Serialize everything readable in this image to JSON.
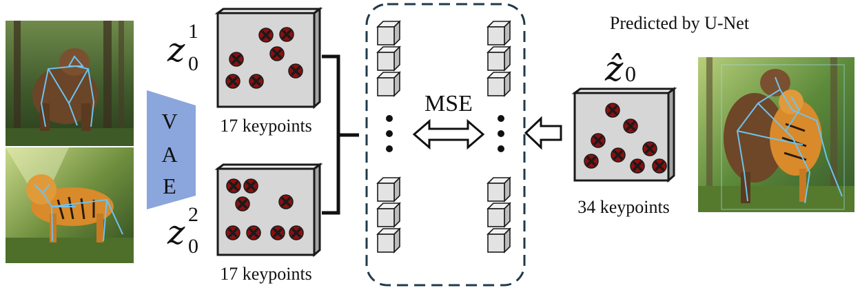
{
  "vae": {
    "letters": [
      "V",
      "A",
      "E"
    ]
  },
  "latent_top": {
    "symbol": "z",
    "superscript": "1",
    "subscript": "0",
    "caption": "17 keypoints"
  },
  "latent_bottom": {
    "symbol": "z",
    "superscript": "2",
    "subscript": "0",
    "caption": "17 keypoints"
  },
  "loss": {
    "label": "MSE"
  },
  "prediction": {
    "symbol": "ẑ",
    "subscript": "0",
    "title": "Predicted by U-Net",
    "caption": "34 keypoints"
  },
  "images": {
    "bear": "bear-pose-image",
    "tiger": "tiger-pose-image",
    "combined": "bear-tiger-generated-image"
  },
  "colors": {
    "latent_fill": "#d6d6d6",
    "keypoint_marker": "#8b0f0f",
    "skeleton": "#6ec3f0",
    "vae_fill": "#8aa6dc",
    "dashed_border": "#1f3a4a",
    "cube_fill": "#e3e3e3"
  }
}
